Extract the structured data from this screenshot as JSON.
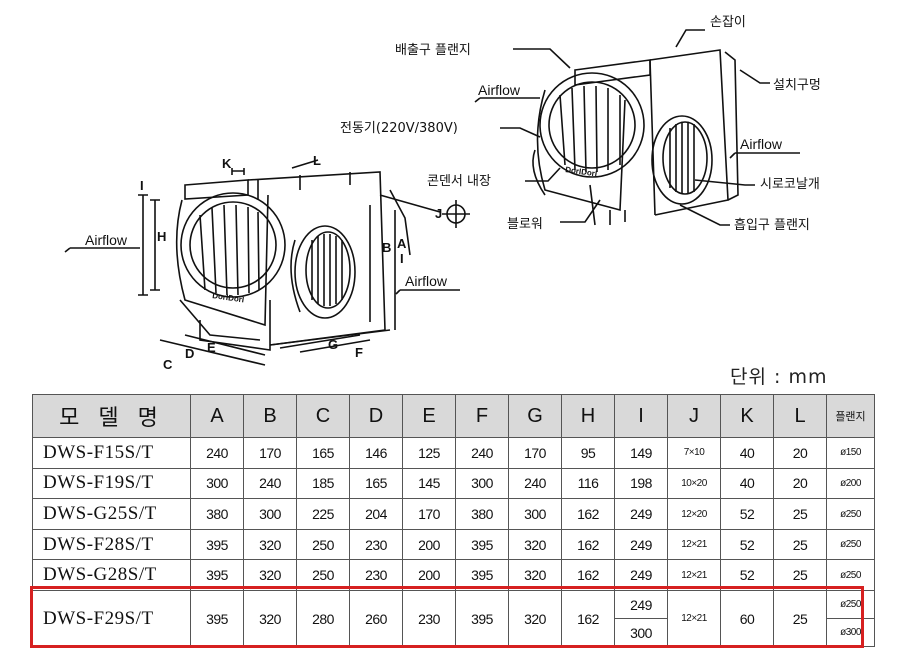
{
  "labels": {
    "handle": "손잡이",
    "outlet_flange": "배출구 플랜지",
    "mount_hole": "설치구멍",
    "motor": "전동기(220V/380V)",
    "capacitor": "콘덴서 내장",
    "sirocco": "시로코날개",
    "blower": "블로워",
    "inlet_flange": "흡입구 플랜지",
    "airflow": "Airflow",
    "brand": "DorIDorI"
  },
  "dims": {
    "A": "A",
    "B": "B",
    "C": "C",
    "D": "D",
    "E": "E",
    "F": "F",
    "G": "G",
    "H": "H",
    "I": "I",
    "J": "J",
    "K": "K",
    "L": "L"
  },
  "unit": "단위 : mm",
  "table": {
    "headers": [
      "모 델 명",
      "A",
      "B",
      "C",
      "D",
      "E",
      "F",
      "G",
      "H",
      "I",
      "J",
      "K",
      "L",
      "플랜지"
    ],
    "rows": [
      [
        "DWS-F15S/T",
        "240",
        "170",
        "165",
        "146",
        "125",
        "240",
        "170",
        "95",
        "149",
        "7×10",
        "40",
        "20",
        "ø150"
      ],
      [
        "DWS-F19S/T",
        "300",
        "240",
        "185",
        "165",
        "145",
        "300",
        "240",
        "116",
        "198",
        "10×20",
        "40",
        "20",
        "ø200"
      ],
      [
        "DWS-G25S/T",
        "380",
        "300",
        "225",
        "204",
        "170",
        "380",
        "300",
        "162",
        "249",
        "12×20",
        "52",
        "25",
        "ø250"
      ],
      [
        "DWS-F28S/T",
        "395",
        "320",
        "250",
        "230",
        "200",
        "395",
        "320",
        "162",
        "249",
        "12×21",
        "52",
        "25",
        "ø250"
      ],
      [
        "DWS-G28S/T",
        "395",
        "320",
        "250",
        "230",
        "200",
        "395",
        "320",
        "162",
        "249",
        "12×21",
        "52",
        "25",
        "ø250"
      ]
    ],
    "last_row": {
      "model": "DWS-F29S/T",
      "A": "395",
      "B": "320",
      "C": "280",
      "D": "260",
      "E": "230",
      "F": "395",
      "G": "320",
      "H": "162",
      "I1": "249",
      "I2": "300",
      "J": "12×21",
      "K": "60",
      "L": "25",
      "FL1": "ø250",
      "FL2": "ø300"
    }
  }
}
